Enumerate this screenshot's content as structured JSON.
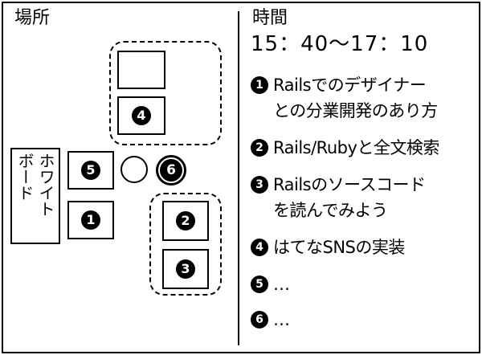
{
  "place_heading": "場所",
  "time_heading": "時間",
  "time_range": "15：40〜17：10",
  "whiteboard": {
    "columns": [
      "ホワイト",
      "ボード"
    ]
  },
  "tables": {
    "empty": "",
    "t4": "4",
    "t5": "5",
    "t1": "1",
    "t2": "2",
    "t3": "3",
    "circle_6": "6"
  },
  "sessions": [
    {
      "number": "1",
      "text": "Railsでのデザイナー\nとの分業開発のあり方"
    },
    {
      "number": "2",
      "text": "Rails/Rubyと全文検索"
    },
    {
      "number": "3",
      "text": "Railsのソースコード\nを読んでみよう"
    },
    {
      "number": "4",
      "text": "はてなSNSの実装"
    },
    {
      "number": "5",
      "text": "…"
    },
    {
      "number": "6",
      "text": "…"
    }
  ],
  "colors": {
    "line": "#000000",
    "background": "#ffffff",
    "badge_fill": "#000000",
    "badge_text": "#ffffff"
  }
}
